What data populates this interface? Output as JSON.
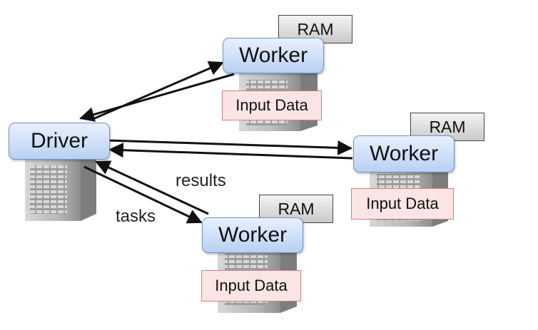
{
  "driver": {
    "label": "Driver"
  },
  "workers": [
    {
      "label": "Worker",
      "ram": "RAM",
      "input": "Input Data"
    },
    {
      "label": "Worker",
      "ram": "RAM",
      "input": "Input Data"
    },
    {
      "label": "Worker",
      "ram": "RAM",
      "input": "Input Data"
    }
  ],
  "edges": {
    "tasks": "tasks",
    "results": "results"
  },
  "colors": {
    "node_fill_top": "#e9f1fd",
    "node_fill_bottom": "#b9d0f2",
    "node_border": "#6f94c8",
    "ram_fill": "#d6d6d6",
    "input_fill": "#fbe4e4",
    "input_border": "#d08080",
    "arrow": "#111111"
  }
}
